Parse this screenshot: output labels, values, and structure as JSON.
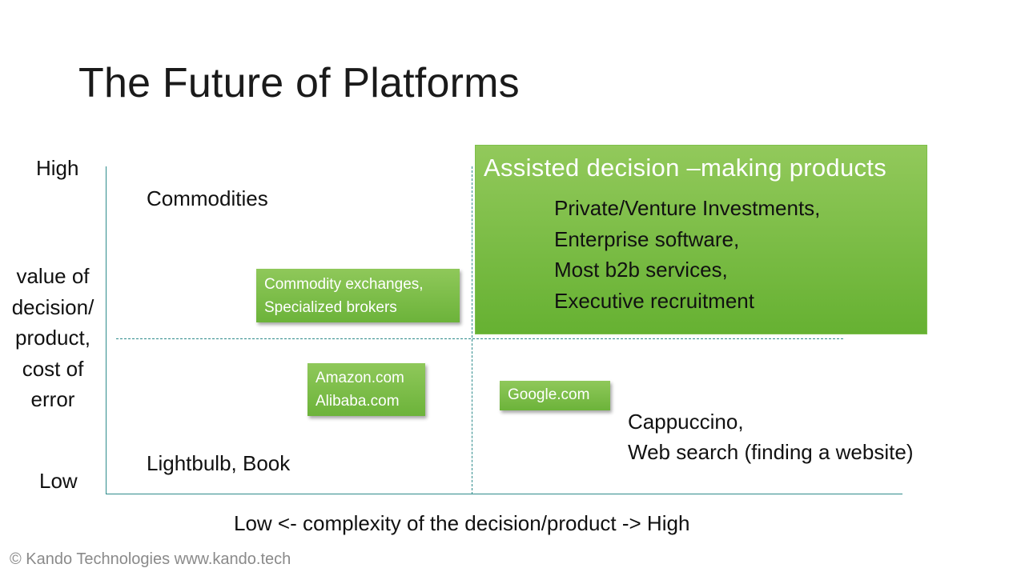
{
  "title": "The Future of Platforms",
  "y_axis": {
    "high": "High",
    "low": "Low",
    "label_lines": [
      "value of",
      "decision/",
      "product,",
      "cost of",
      "error"
    ]
  },
  "x_axis": {
    "label": "Low <- complexity of the decision/product -> High"
  },
  "quadrants": {
    "top_left": "Commodities",
    "bottom_left": "Lightbulb, Book",
    "bottom_right_lines": [
      "Cappuccino,",
      "Web search (finding a website)"
    ]
  },
  "boxes": {
    "commodity_exchanges": [
      "Commodity exchanges,",
      "Specialized brokers"
    ],
    "marketplaces": [
      "Amazon.com",
      "Alibaba.com"
    ],
    "google": "Google.com",
    "assisted": {
      "heading": "Assisted decision –making products",
      "items": [
        "Private/Venture Investments,",
        "Enterprise software,",
        "Most b2b services,",
        "Executive recruitment"
      ]
    }
  },
  "footer": "© Kando Technologies www.kando.tech",
  "colors": {
    "green": "#6cb33a",
    "axis": "#2e8b8b"
  }
}
